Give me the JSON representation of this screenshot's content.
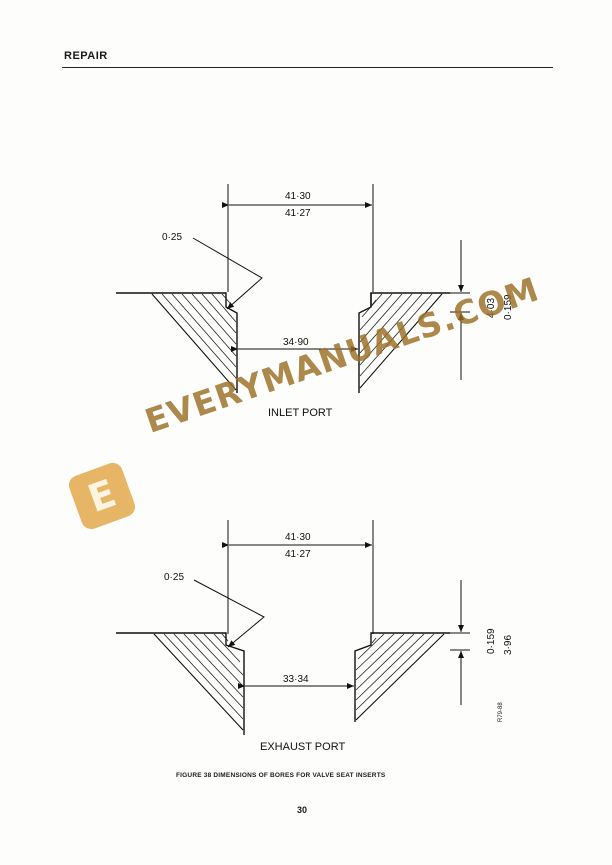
{
  "header": {
    "title": "REPAIR"
  },
  "inlet": {
    "top_dim_upper": "41·30",
    "top_dim_lower": "41·27",
    "radius": "0·25",
    "bore": "34·90",
    "depth": "4·03",
    "chamfer": "0·159",
    "title": "INLET PORT"
  },
  "exhaust": {
    "top_dim_upper": "41·30",
    "top_dim_lower": "41·27",
    "radius": "0·25",
    "bore": "33·34",
    "chamfer": "0·159",
    "depth": "3·96",
    "title": "EXHAUST PORT"
  },
  "caption": "FIGURE 38   DIMENSIONS OF BORES FOR VALVE SEAT INSERTS",
  "ref_code": "R79-88",
  "page_number": "30",
  "watermark": {
    "text": "EVERYMANUALS.COM",
    "logo_letter": "E"
  }
}
